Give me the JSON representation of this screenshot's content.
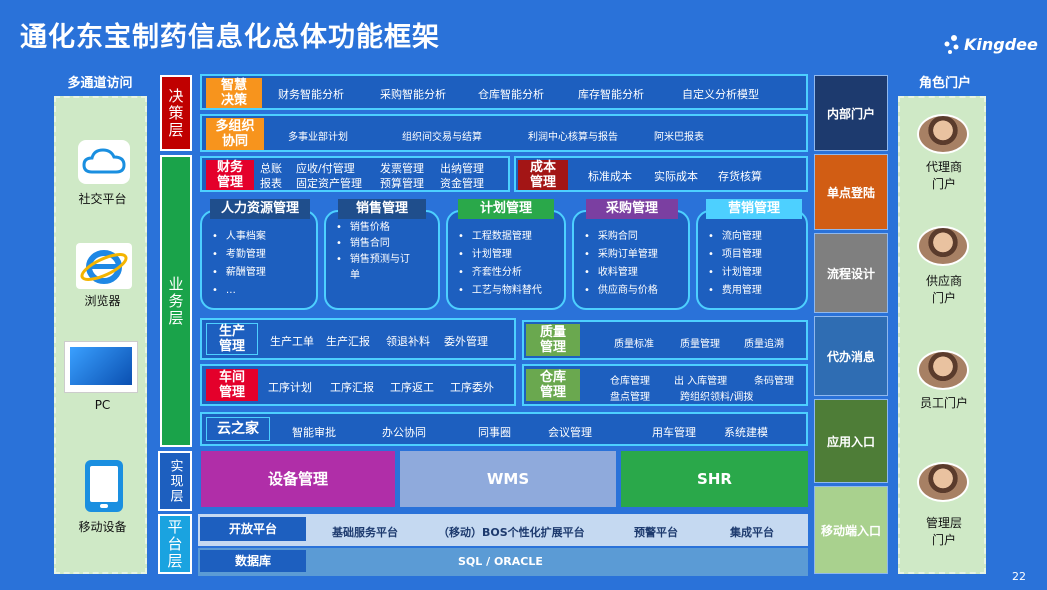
{
  "title": "通化东宝制药信息化总体功能框架",
  "logo_text": "Kingdee",
  "page_number": "22",
  "left_panel": {
    "heading": "多通道访问",
    "items": [
      {
        "label": "社交平台",
        "icon": "cloud-icon"
      },
      {
        "label": "浏览器",
        "icon": "internet-explorer-icon"
      },
      {
        "label": "PC",
        "icon": "monitor-icon"
      },
      {
        "label": "移动设备",
        "icon": "phone-icon"
      }
    ]
  },
  "right_panel": {
    "heading": "角色门户",
    "items": [
      {
        "label": "代理商\n门户"
      },
      {
        "label": "供应商\n门户"
      },
      {
        "label": "员工门户"
      },
      {
        "label": "管理层\n门户"
      }
    ]
  },
  "layers": {
    "decision": "决策层",
    "business": "业务层",
    "implementation": "实现层",
    "platform": "平台层"
  },
  "rows": {
    "smart_decision": {
      "tag": "智慧\n决策",
      "items": [
        "财务智能分析",
        "采购智能分析",
        "仓库智能分析",
        "库存智能分析",
        "自定义分析模型"
      ]
    },
    "multi_org": {
      "tag": "多组织\n协同",
      "items": [
        "多事业部计划",
        "组织间交易与结算",
        "利润中心核算与报告",
        "阿米巴报表"
      ]
    },
    "finance": {
      "tag": "财务\n管理",
      "items_row1": [
        "总账",
        "应收/付管理",
        "发票管理",
        "出纳管理"
      ],
      "items_row2": [
        "报表",
        "固定资产管理",
        "预算管理",
        "资金管理"
      ]
    },
    "cost": {
      "tag": "成本\n管理",
      "items": [
        "标准成本",
        "实际成本",
        "存货核算"
      ]
    },
    "production": {
      "tag": "生产\n管理",
      "items": [
        "生产工单",
        "生产汇报",
        "领退补料",
        "委外管理"
      ]
    },
    "quality": {
      "tag": "质量\n管理",
      "items": [
        "质量标准",
        "质量管理",
        "质量追溯"
      ]
    },
    "workshop": {
      "tag": "车间\n管理",
      "items": [
        "工序计划",
        "工序汇报",
        "工序返工",
        "工序委外"
      ]
    },
    "warehouse": {
      "tag": "仓库\n管理",
      "items_row1": [
        "仓库管理",
        "出 入库管理",
        "条码管理"
      ],
      "items_row2": [
        "盘点管理",
        "跨组织领料/调拨"
      ]
    },
    "cloud_home": {
      "tag": "云之家",
      "items": [
        "智能审批",
        "办公协同",
        "同事圈",
        "会议管理",
        "用车管理",
        "系统建模"
      ]
    }
  },
  "modules": [
    {
      "title": "人力资源管理",
      "items": [
        "人事档案",
        "考勤管理",
        "薪酬管理",
        "…"
      ]
    },
    {
      "title": "销售管理",
      "items": [
        "销售价格",
        "销售合同",
        "销售预测与订单"
      ]
    },
    {
      "title": "计划管理",
      "items": [
        "工程数据管理",
        "计划管理",
        "齐套性分析",
        "工艺与物料替代"
      ]
    },
    {
      "title": "采购管理",
      "items": [
        "采购合同",
        "采购订单管理",
        "收料管理",
        "供应商与价格"
      ]
    },
    {
      "title": "营销管理",
      "items": [
        "流向管理",
        "项目管理",
        "计划管理",
        "费用管理"
      ]
    }
  ],
  "implementation": [
    "设备管理",
    "WMS",
    "SHR"
  ],
  "platform": {
    "row1": [
      "开放平台",
      "基础服务平台",
      "（移动）BOS个性化扩展平台",
      "预警平台",
      "集成平台"
    ],
    "row2_label": "数据库",
    "row2_value": "SQL  / ORACLE"
  },
  "right_column": [
    "内部门户",
    "单点登陆",
    "流程设计",
    "代办消息",
    "应用入口",
    "移动端入口"
  ],
  "colors": {
    "background": "#2a72d9",
    "decision_tag": "#f7941d",
    "finance_tag": "#e4002b",
    "cost_tag": "#a31515",
    "hr_tag": "#1f4e8c",
    "sales_tag": "#1f4e8c",
    "plan_tag": "#2aa84a",
    "purchase_tag": "#7b3fa1",
    "marketing_tag": "#4dd0ff",
    "production_tag": "#1d5fbf",
    "quality_tag": "#6aa84f",
    "workshop_tag": "#e4002b",
    "warehouse_tag": "#6aa84f",
    "equipment": "#b02ea8",
    "wms": "#8faadc",
    "shr": "#2aa84a",
    "portal": "#1d3a6e",
    "sso": "#d15d14",
    "process": "#7f7f7f",
    "todo": "#2f6db3",
    "app_entry": "#4e7d37",
    "mobile_entry": "#a9d18e"
  }
}
